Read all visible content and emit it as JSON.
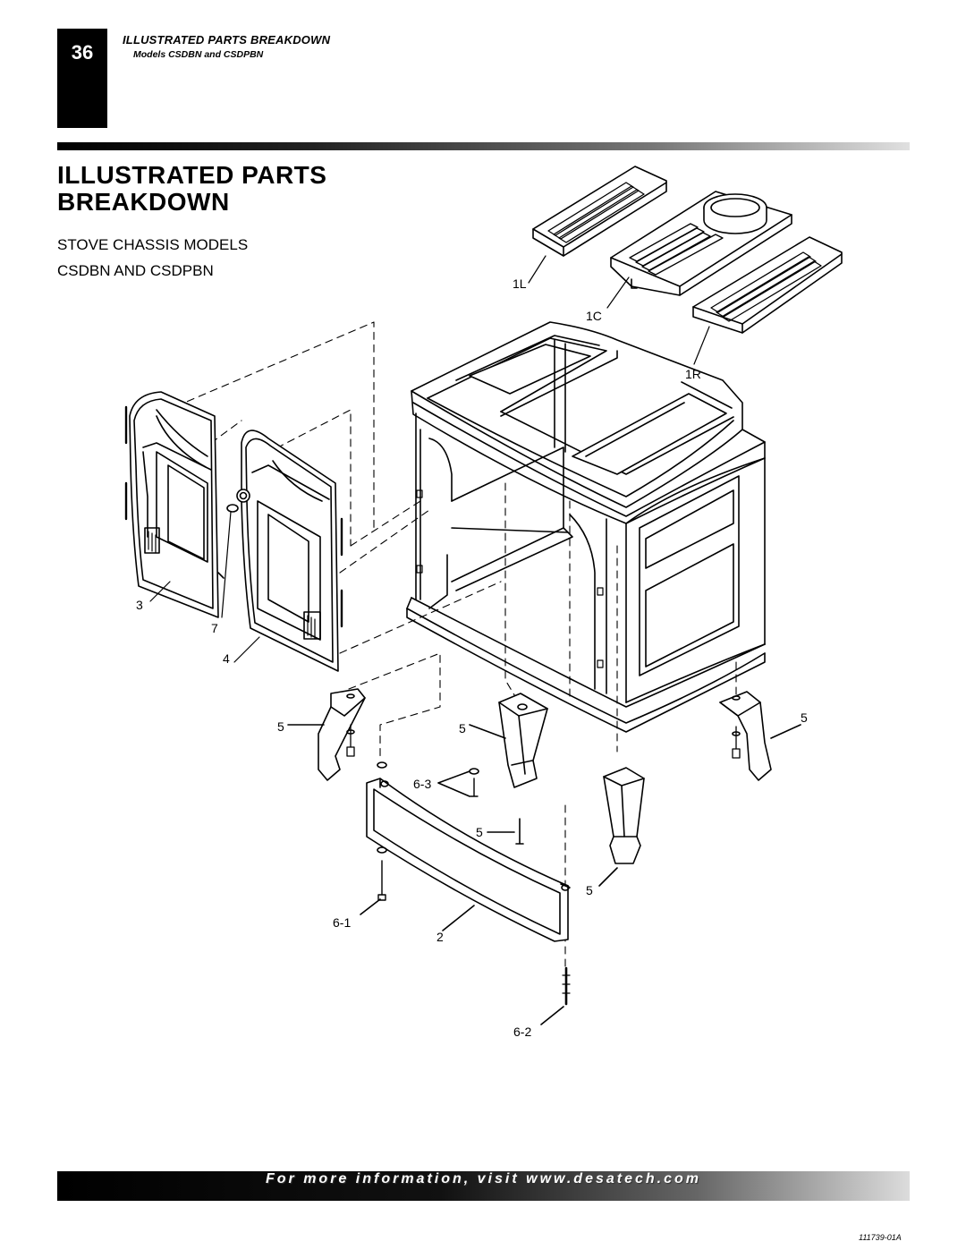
{
  "header": {
    "page_number": "36",
    "section_title": "ILLUSTRATED PARTS BREAKDOWN",
    "models": "Models CSDBN and CSDPBN"
  },
  "main": {
    "title_line1": "ILLUSTRATED PARTS",
    "title_line2": "BREAKDOWN",
    "subtitle_line1": "STOVE CHASSIS MODELS",
    "subtitle_line2": "CSDBN AND CSDPBN"
  },
  "callouts": {
    "top_left": "1L",
    "top_center": "1C",
    "top_right": "1R",
    "left_door": "3",
    "door_knob": "7",
    "right_door": "4",
    "left_leg": "5",
    "center_leg": "5",
    "right_leg": "5",
    "leg_bolts": "6-3",
    "center_bolt": "5",
    "front_leg": "5",
    "front_bolt": "6-1",
    "ashlip": "2",
    "bottom_bolt": "6-2"
  },
  "footer": {
    "text": "For more information, visit www.desatech.com",
    "doc_number": "111739-01A"
  },
  "colors": {
    "ink": "#000000",
    "panel": "#ffffff"
  }
}
